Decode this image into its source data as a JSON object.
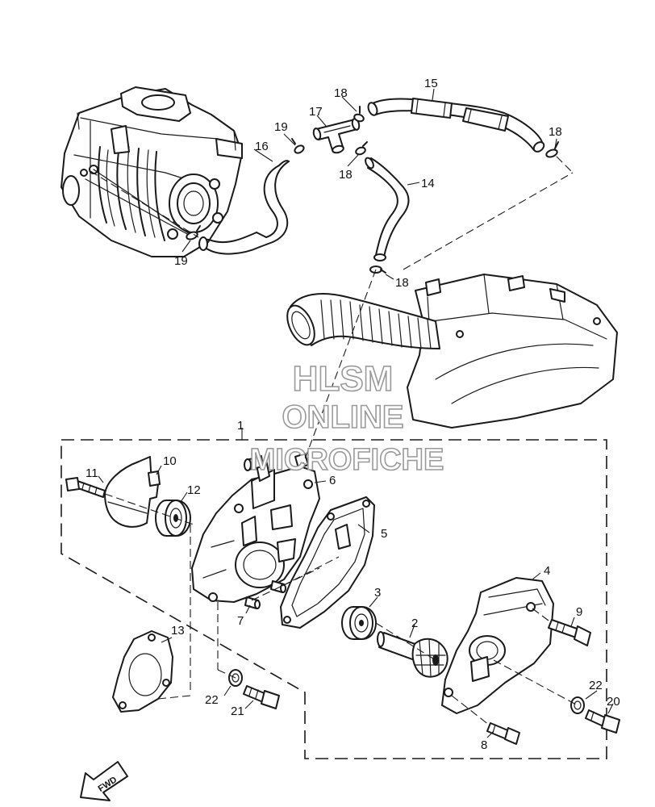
{
  "watermark": {
    "line1": "HLSM",
    "line2": "ONLINE",
    "line3": "MICROFICHE"
  },
  "direction_label": "FWD",
  "callouts": {
    "c1": "1",
    "c2": "2",
    "c3": "3",
    "c4": "4",
    "c5": "5",
    "c6": "6",
    "c7": "7",
    "c8": "8",
    "c9": "9",
    "c10": "10",
    "c11": "11",
    "c12": "12",
    "c13": "13",
    "c14": "14",
    "c15": "15",
    "c16": "16",
    "c17": "17",
    "c18a": "18",
    "c18b": "18",
    "c18c": "18",
    "c18d": "18",
    "c19a": "19",
    "c19b": "19",
    "c20": "20",
    "c21": "21",
    "c22a": "22",
    "c22b": "22"
  }
}
